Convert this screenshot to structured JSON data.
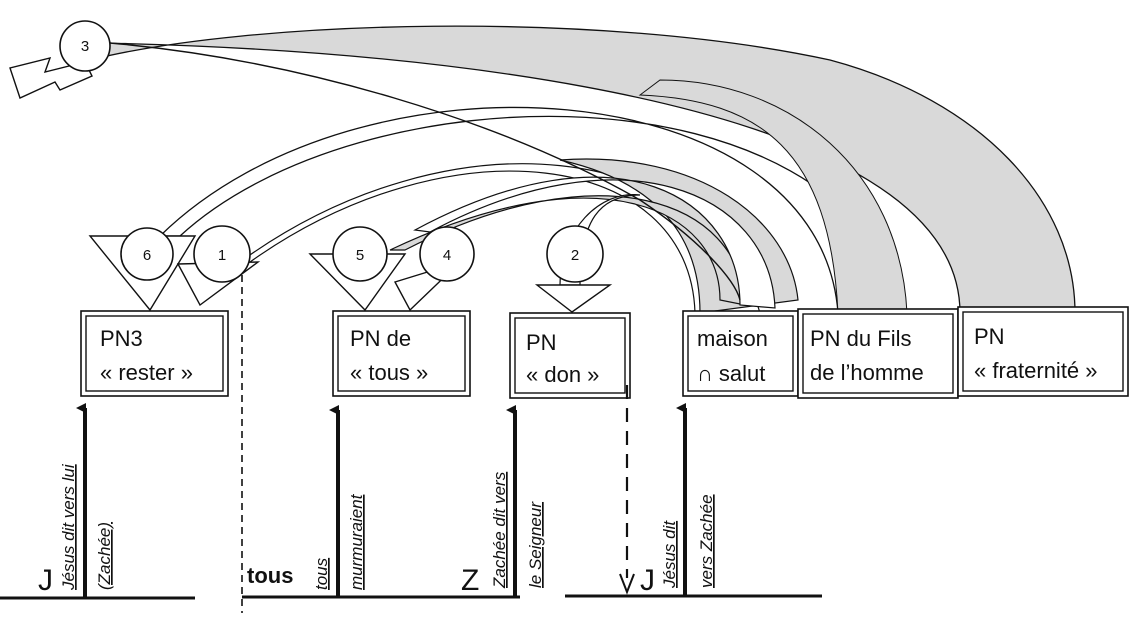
{
  "boxes": [
    {
      "id": "pn3",
      "lines": [
        "PN3",
        "« rester »"
      ]
    },
    {
      "id": "pn-tous",
      "lines": [
        "PN de",
        "« tous »"
      ]
    },
    {
      "id": "pn-don",
      "lines": [
        "PN",
        "« don »"
      ]
    },
    {
      "id": "maison-salut",
      "lines": [
        "maison",
        "∩ salut"
      ]
    },
    {
      "id": "pn-fils",
      "lines": [
        "PN du Fils",
        "de l’homme"
      ]
    },
    {
      "id": "pn-fraternite",
      "lines": [
        "PN",
        "« fraternité »"
      ]
    }
  ],
  "steps": [
    "1",
    "2",
    "3",
    "4",
    "5",
    "6"
  ],
  "actors": {
    "j1": "J",
    "z": "Z",
    "j2": "J",
    "tous": "tous"
  },
  "vertical_labels": {
    "jesus_zachee_a": "Jésus dit vers lui",
    "jesus_zachee_b": "(Zachée)",
    "tous_a": "tous",
    "tous_b": "murmuraient",
    "zachee_a": "Zachée dit vers",
    "zachee_b": "le Seigneur",
    "jesus2_a": "Jésus dit",
    "jesus2_b": "vers Zachée"
  },
  "colors": {
    "band": "#d9d9d9",
    "line": "#111111",
    "paper": "#ffffff"
  }
}
